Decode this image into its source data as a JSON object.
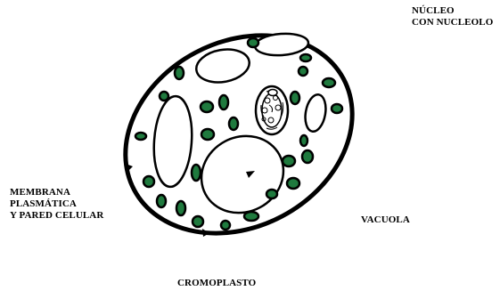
{
  "labels": {
    "nucleo_line1": "NÚCLEO",
    "nucleo_line2": "CON NUCLEOLO",
    "membrana_line1": "MEMBRANA",
    "membrana_line2": "PLASMÁTICA",
    "membrana_line3": "Y PARED CELULAR",
    "vacuola": "VACUOLA",
    "cromoplasto": "CROMOPLASTO"
  },
  "colors": {
    "outline": "#000000",
    "cromoplasto_fill": "#1f7a3e",
    "background": "#ffffff"
  }
}
